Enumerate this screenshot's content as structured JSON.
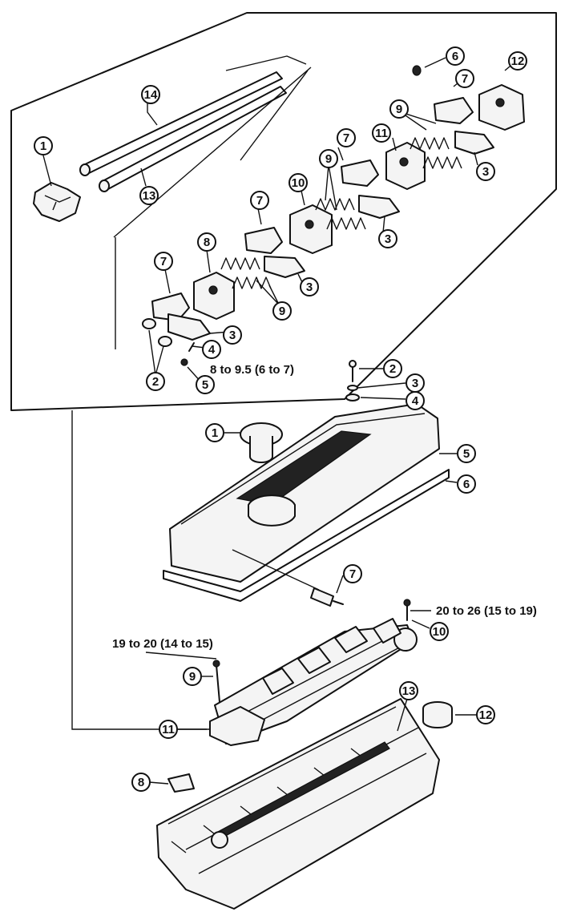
{
  "upper_assembly": {
    "callouts": [
      {
        "id": "u1",
        "label": "1"
      },
      {
        "id": "u14",
        "label": "14"
      },
      {
        "id": "u13",
        "label": "13"
      },
      {
        "id": "u6",
        "label": "6"
      },
      {
        "id": "u12",
        "label": "12"
      },
      {
        "id": "u7a",
        "label": "7"
      },
      {
        "id": "u9a",
        "label": "9"
      },
      {
        "id": "u11",
        "label": "11"
      },
      {
        "id": "u3a",
        "label": "3"
      },
      {
        "id": "u7b",
        "label": "7"
      },
      {
        "id": "u9b",
        "label": "9"
      },
      {
        "id": "u10",
        "label": "10"
      },
      {
        "id": "u3b",
        "label": "3"
      },
      {
        "id": "u7c",
        "label": "7"
      },
      {
        "id": "u8",
        "label": "8"
      },
      {
        "id": "u3c",
        "label": "3"
      },
      {
        "id": "u9c",
        "label": "9"
      },
      {
        "id": "u7d",
        "label": "7"
      },
      {
        "id": "u3d",
        "label": "3"
      },
      {
        "id": "u4",
        "label": "4"
      },
      {
        "id": "u2",
        "label": "2"
      },
      {
        "id": "u5",
        "label": "5"
      }
    ],
    "torque_note": "8 to 9.5 (6 to 7)"
  },
  "cover_assembly": {
    "callouts": [
      {
        "id": "c2",
        "label": "2"
      },
      {
        "id": "c3",
        "label": "3"
      },
      {
        "id": "c4",
        "label": "4"
      },
      {
        "id": "c1",
        "label": "1"
      },
      {
        "id": "c5",
        "label": "5"
      },
      {
        "id": "c6",
        "label": "6"
      },
      {
        "id": "c7",
        "label": "7"
      }
    ]
  },
  "head_assembly": {
    "callouts": [
      {
        "id": "h10",
        "label": "10"
      },
      {
        "id": "h9",
        "label": "9"
      },
      {
        "id": "h11",
        "label": "11"
      },
      {
        "id": "h13",
        "label": "13"
      },
      {
        "id": "h12",
        "label": "12"
      },
      {
        "id": "h8",
        "label": "8"
      }
    ],
    "torque_note_bolt10": "20 to 26 (15 to 19)",
    "torque_note_bolt9": "19 to 20 (14 to 15)"
  }
}
